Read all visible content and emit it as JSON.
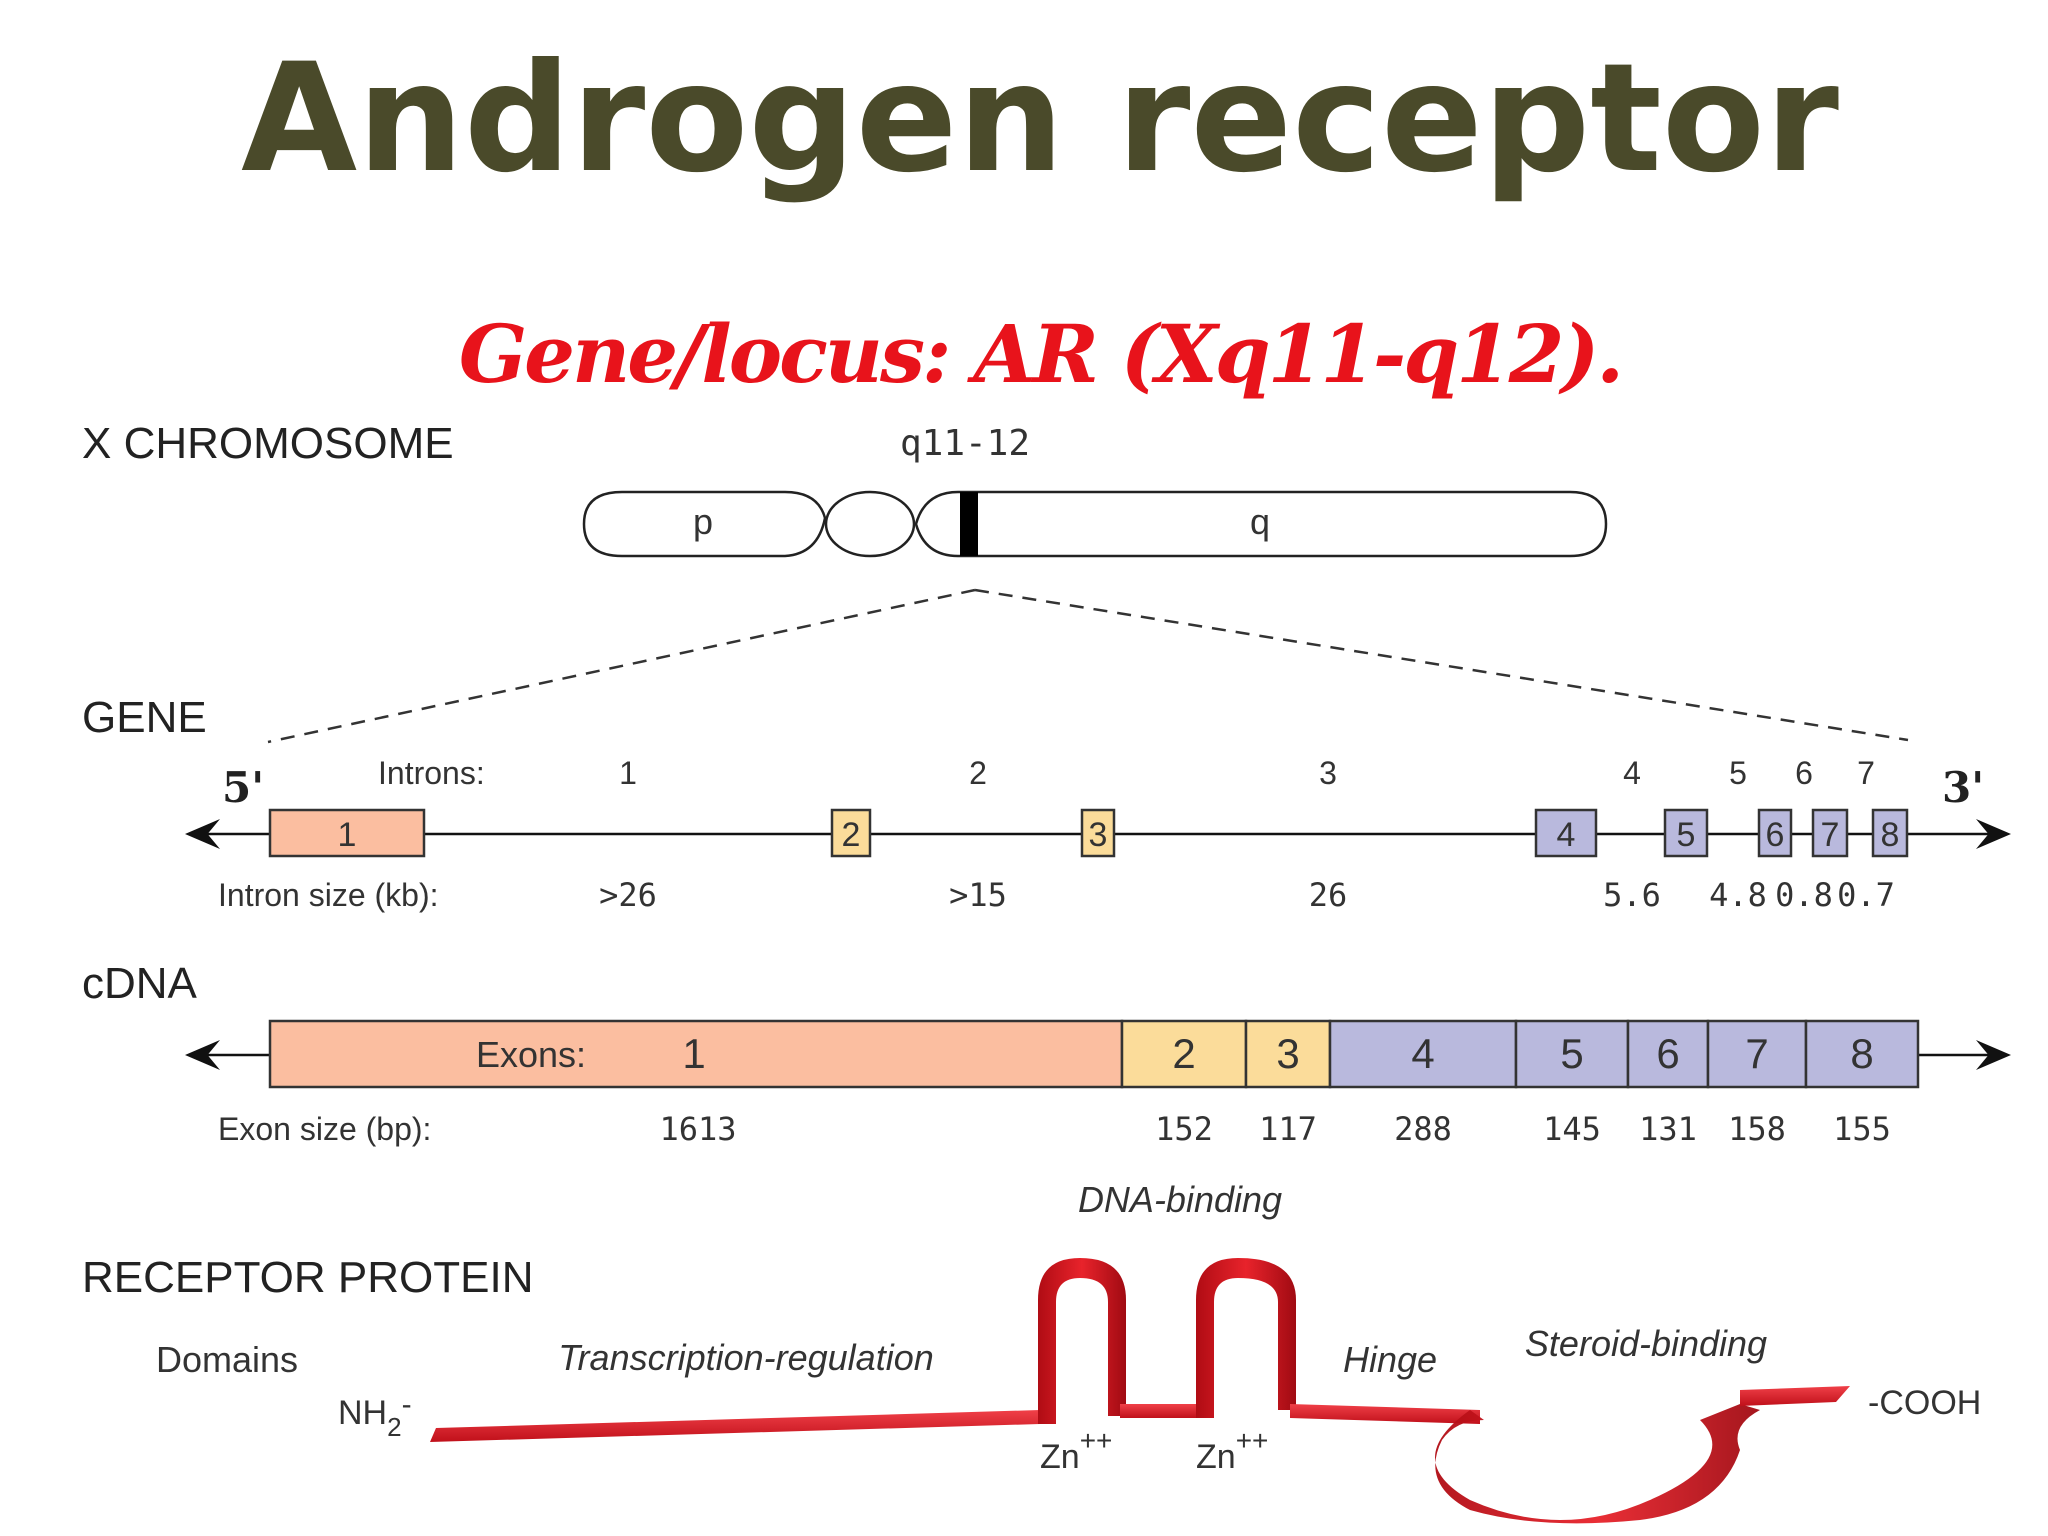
{
  "title": "Androgen receptor",
  "subtitle": "Gene/locus: AR (Xq11-q12).",
  "chromosome": {
    "section_label": "X CHROMOSOME",
    "band_label": "q11-12",
    "p_arm": "p",
    "q_arm": "q"
  },
  "gene": {
    "section_label": "GENE",
    "five_prime": "5'",
    "three_prime": "3'",
    "introns_label": "Introns:",
    "intron_size_label": "Intron size (kb):",
    "exons": [
      "1",
      "2",
      "3",
      "4",
      "5",
      "6",
      "7",
      "8"
    ],
    "introns": [
      {
        "label": "1",
        "size": ">26"
      },
      {
        "label": "2",
        "size": ">15"
      },
      {
        "label": "3",
        "size": "26"
      },
      {
        "label": "4",
        "size": "5.6"
      },
      {
        "label": "5",
        "size": "4.8"
      },
      {
        "label": "6",
        "size": "0.8"
      },
      {
        "label": "7",
        "size": "0.7"
      }
    ]
  },
  "cdna": {
    "section_label": "cDNA",
    "exons_label": "Exons:",
    "exon_size_label": "Exon size (bp):",
    "exons": [
      {
        "label": "1",
        "size": "1613"
      },
      {
        "label": "2",
        "size": "152"
      },
      {
        "label": "3",
        "size": "117"
      },
      {
        "label": "4",
        "size": "288"
      },
      {
        "label": "5",
        "size": "145"
      },
      {
        "label": "6",
        "size": "131"
      },
      {
        "label": "7",
        "size": "158"
      },
      {
        "label": "8",
        "size": "155"
      }
    ]
  },
  "protein": {
    "section_label": "RECEPTOR PROTEIN",
    "domains_label": "Domains",
    "nh2": "NH",
    "nh2_sub": "2",
    "nh2_dash": "-",
    "cooh": "-COOH",
    "transcription": "Transcription-regulation",
    "dna_binding": "DNA-binding",
    "hinge": "Hinge",
    "steroid": "Steroid-binding",
    "zn": "Zn",
    "zn_sup": "++"
  },
  "colors": {
    "exon1": "#fbbea0",
    "exon23": "#fbdc9a",
    "exon48": "#b9b9dd",
    "title": "#4a4a2a",
    "subtitle": "#e8131b",
    "protein_red": "#d9141c"
  }
}
